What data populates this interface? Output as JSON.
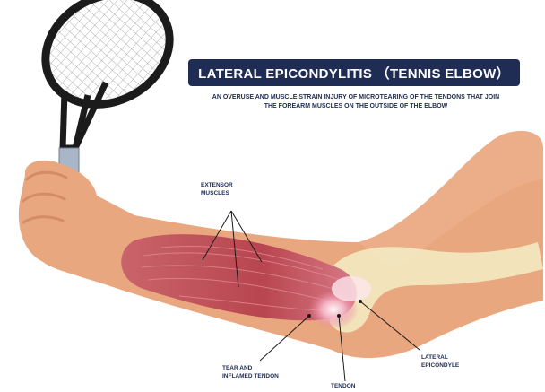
{
  "title": "LATERAL EPICONDYLITIS （TENNIS ELBOW）",
  "subtitle": "AN OVERUSE AND MUSCLE STRAIN INJURY OF MICROTEARING OF THE TENDONS THAT JOIN THE FOREARM MUSCLES ON THE OUTSIDE OF THE ELBOW",
  "labels": {
    "extensor_muscles": "EXTENSOR\nMUSCLES",
    "tear_inflamed_tendon": "TEAR AND\nINFLAMED TENDON",
    "tendon": "TENDON",
    "lateral_epicondyle": "LATERAL\nEPICONDYLE"
  },
  "colors": {
    "title_bg": "#1f2d55",
    "text": "#1f2d55",
    "skin": "#e9a77f",
    "skin_shadow": "#d48c68",
    "muscle": "#b8454f",
    "bone": "#f3edc6",
    "inflammation": "#f7b7c8",
    "racket_frame": "#1b1b1b"
  },
  "icons": {
    "racket": "tennis-racket-icon"
  }
}
